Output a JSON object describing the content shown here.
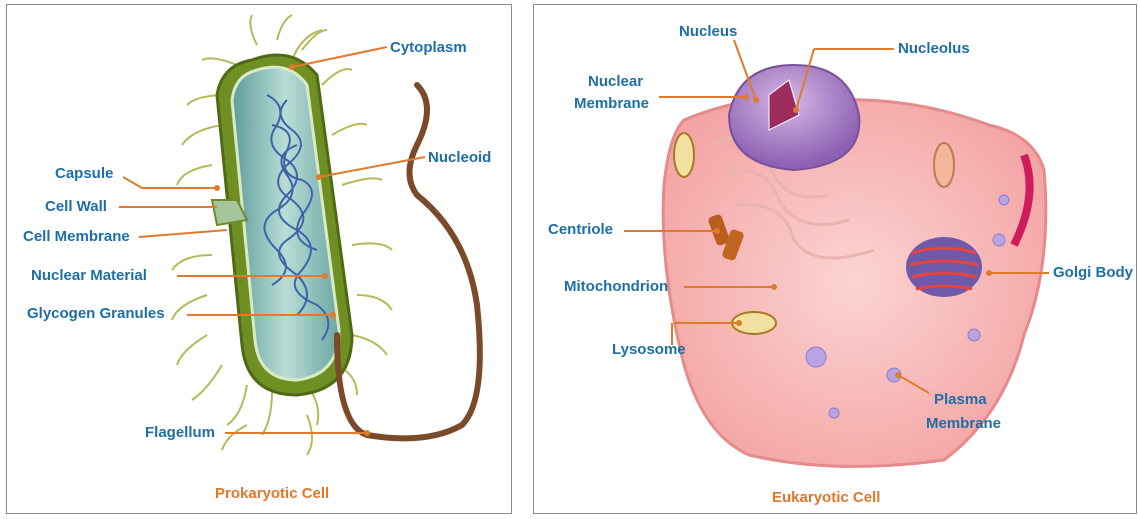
{
  "prokaryotic": {
    "caption": "Prokaryotic Cell",
    "labels": {
      "cytoplasm": "Cytoplasm",
      "nucleoid": "Nucleoid",
      "capsule": "Capsule",
      "cell_wall": "Cell Wall",
      "cell_membrane": "Cell Membrane",
      "nuclear_material": "Nuclear Material",
      "glycogen_granules": "Glycogen Granules",
      "flagellum": "Flagellum"
    }
  },
  "eukaryotic": {
    "caption": "Eukaryotic Cell",
    "labels": {
      "nucleus": "Nucleus",
      "nucleolus": "Nucleolus",
      "nuclear_membrane_1": "Nuclear",
      "nuclear_membrane_2": "Membrane",
      "centriole": "Centriole",
      "mitochondrion": "Mitochondrion",
      "lysosome": "Lysosome",
      "golgi_body": "Golgi Body",
      "plasma_membrane_1": "Plasma",
      "plasma_membrane_2": "Membrane"
    }
  },
  "colors": {
    "label_text": "#1d6fa5",
    "caption_text": "#e0772a",
    "leader_line": "#e07a2c",
    "cell_pink": "#f7b7b7",
    "nucleus_purple": "#a77cc8",
    "bacteria_teal": "#8fc3c0",
    "capsule_green": "#7a9a2a"
  }
}
